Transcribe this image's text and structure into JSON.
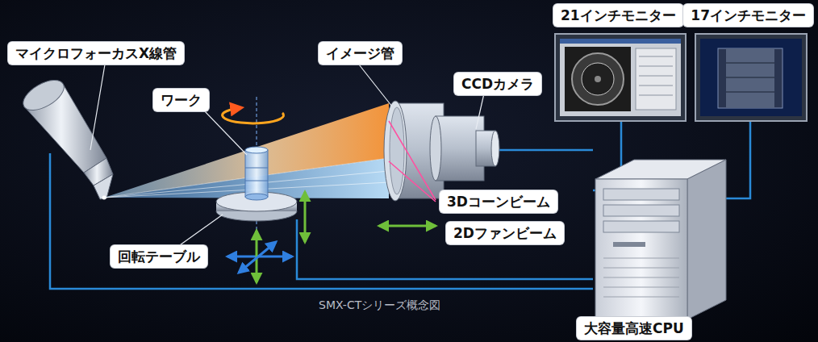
{
  "diagram": {
    "caption": "SMX-CTシリーズ概念図",
    "nodes": [
      {
        "text": [
          "21インチモニター"
        ]
      },
      {
        "text": [
          "17インチモニター"
        ]
      },
      {
        "text": [
          "マイクロフォーカスX線管"
        ]
      },
      {
        "text": [
          "イメージ管"
        ]
      },
      {
        "text": [
          "CCDカメラ"
        ]
      },
      {
        "text": [
          "ワーク"
        ]
      },
      {
        "text": [
          "3Dコーンビーム"
        ]
      },
      {
        "text": [
          "2Dファンビーム"
        ]
      },
      {
        "text": [
          "回転テーブル"
        ]
      },
      {
        "text": [
          "大容量高速CPU"
        ]
      }
    ]
  }
}
